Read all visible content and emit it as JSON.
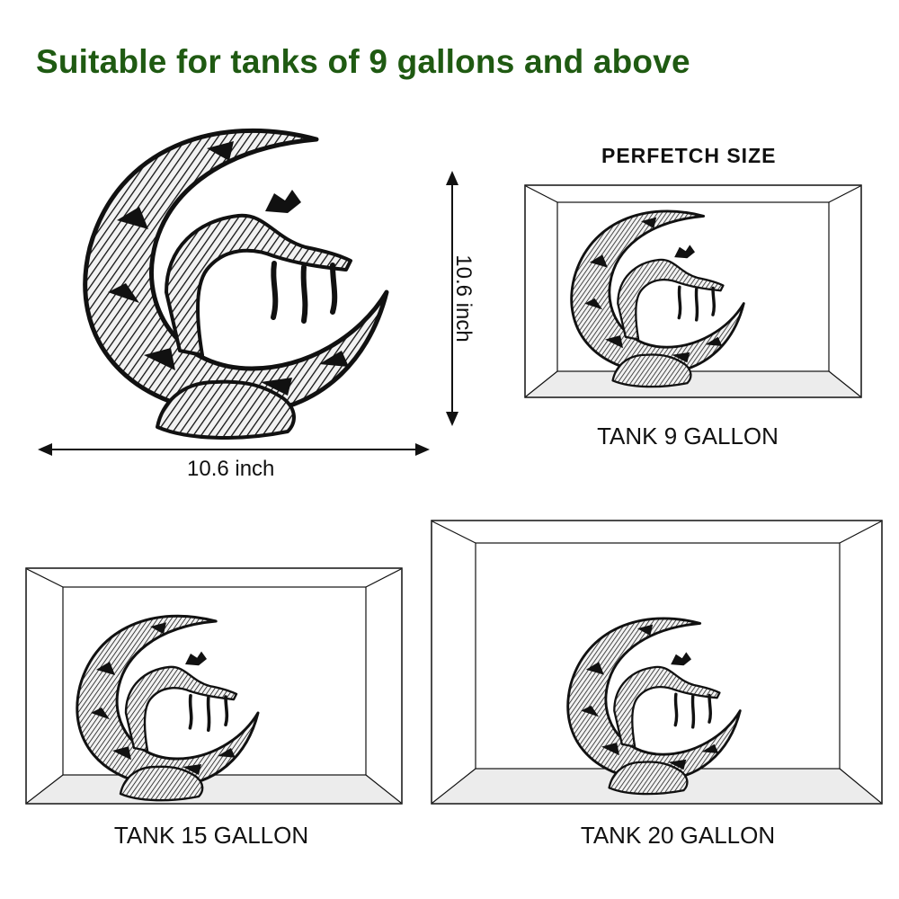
{
  "headline": "Suitable for tanks of 9 gallons and above",
  "dimensions": {
    "width_label": "10.6 inch",
    "height_label": "10.6 inch"
  },
  "size_section": {
    "title": "PERFETCH SIZE"
  },
  "tanks": [
    {
      "label": "TANK 9 GALLON"
    },
    {
      "label": "TANK 15 GALLON"
    },
    {
      "label": "TANK 20 GALLON"
    }
  ],
  "colors": {
    "headline": "#1f5a12",
    "ink": "#111111",
    "tank_floor": "#ececec"
  },
  "icons": [
    "crescent-moon-tree-ornament-icon",
    "double-arrow-icon"
  ]
}
